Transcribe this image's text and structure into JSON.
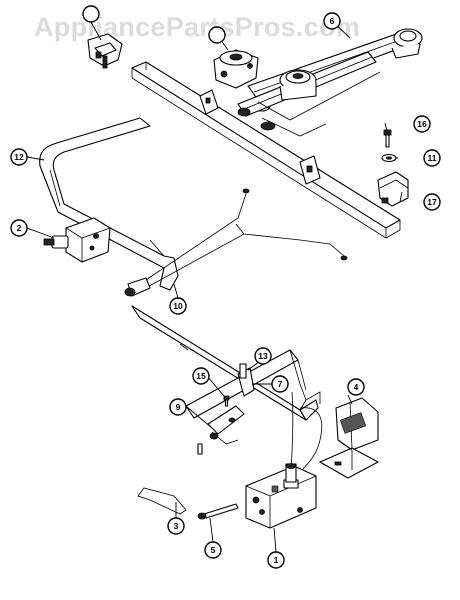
{
  "watermark": "AppliancePartsPros.com",
  "callouts": [
    {
      "id": "c1",
      "label": ""
    },
    {
      "id": "c14",
      "label": ""
    },
    {
      "id": "c6",
      "label": "6"
    },
    {
      "id": "c12",
      "label": "12"
    },
    {
      "id": "c16",
      "label": "16"
    },
    {
      "id": "c11",
      "label": "11"
    },
    {
      "id": "c17",
      "label": "17"
    },
    {
      "id": "c2",
      "label": "2"
    },
    {
      "id": "c10",
      "label": "10"
    },
    {
      "id": "c13",
      "label": "13"
    },
    {
      "id": "c15",
      "label": "15"
    },
    {
      "id": "c7",
      "label": "7"
    },
    {
      "id": "c9",
      "label": "9"
    },
    {
      "id": "c4",
      "label": "4"
    },
    {
      "id": "c3",
      "label": "3"
    },
    {
      "id": "c5",
      "label": "5"
    },
    {
      "id": "c1b",
      "label": "1"
    }
  ]
}
